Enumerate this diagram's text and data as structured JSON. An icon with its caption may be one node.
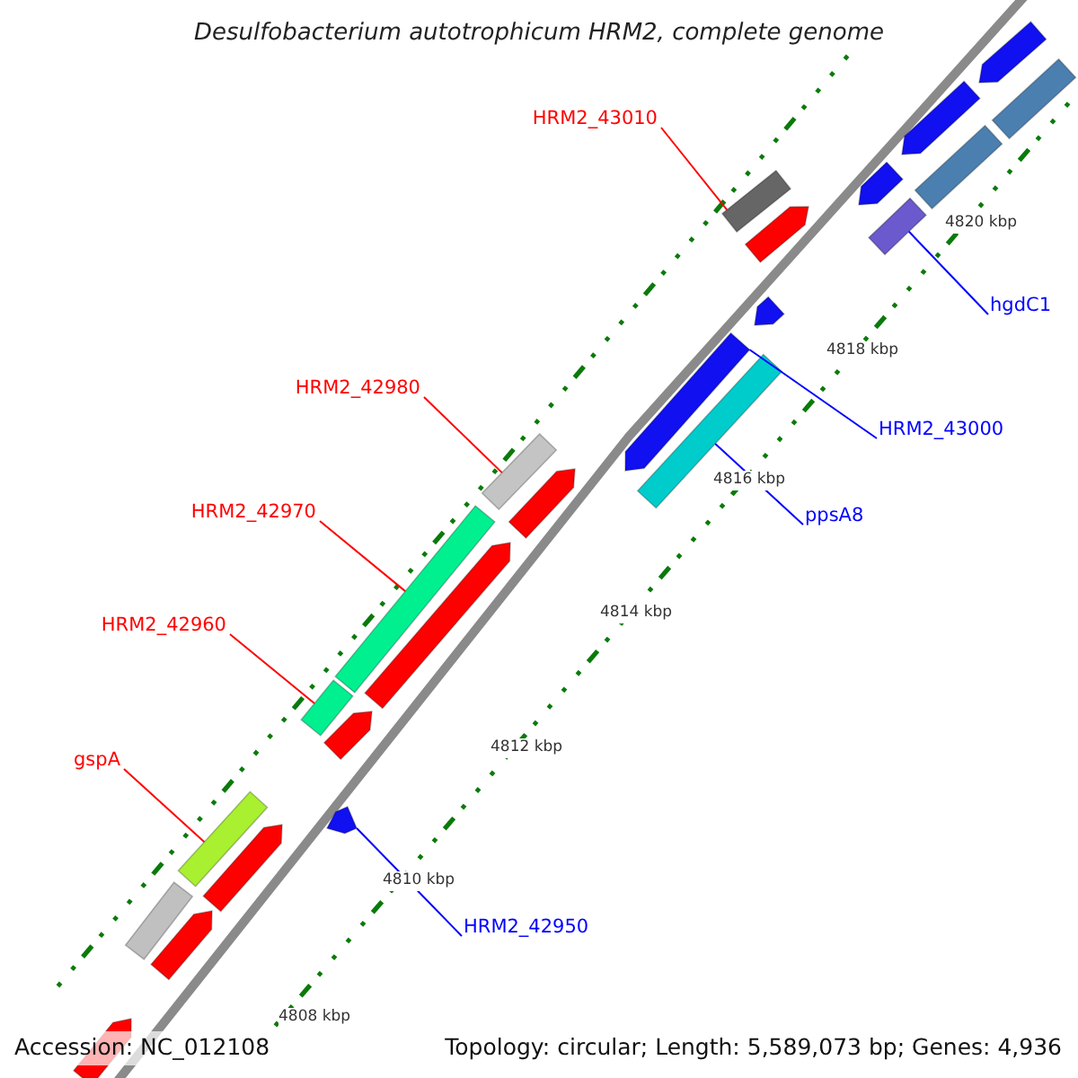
{
  "diagram": {
    "title": "Desulfobacterium autotrophicum HRM2, complete genome",
    "nodes": [
      {
        "text": [
          "HRM2_43010"
        ]
      },
      {
        "text": [
          "hgdC1"
        ]
      },
      {
        "text": [
          "HRM2_43000"
        ]
      },
      {
        "text": [
          "ppsA8"
        ]
      },
      {
        "text": [
          "HRM2_42980"
        ]
      },
      {
        "text": [
          "HRM2_42970"
        ]
      },
      {
        "text": [
          "HRM2_42960"
        ]
      },
      {
        "text": [
          "gspA"
        ]
      },
      {
        "text": [
          "HRM2_42950"
        ]
      },
      {
        "text": [],
        "shape": "arrow"
      },
      {
        "text": [],
        "shape": "bar"
      },
      {
        "text": [],
        "shape": "arrow"
      },
      {
        "text": [],
        "shape": "bar"
      },
      {
        "text": [],
        "shape": "arrow"
      },
      {
        "text": [],
        "shape": "bar"
      },
      {
        "text": [],
        "shape": "bar"
      },
      {
        "text": [],
        "shape": "arrow"
      },
      {
        "text": [],
        "shape": "arrow"
      },
      {
        "text": [],
        "shape": "arrow"
      },
      {
        "text": [],
        "shape": "bar"
      },
      {
        "text": [],
        "shape": "bar"
      },
      {
        "text": [],
        "shape": "arrow"
      },
      {
        "text": [],
        "shape": "bar"
      },
      {
        "text": [],
        "shape": "arrow"
      },
      {
        "text": [],
        "shape": "bar"
      },
      {
        "text": [],
        "shape": "arrow"
      },
      {
        "text": [],
        "shape": "arrow"
      },
      {
        "text": [],
        "shape": "bar"
      },
      {
        "text": [],
        "shape": "arrow"
      },
      {
        "text": [],
        "shape": "bar"
      },
      {
        "text": [],
        "shape": "arrow"
      },
      {
        "text": [],
        "shape": "arrow"
      }
    ],
    "edges": [
      {
        "from": 0,
        "to": 14,
        "arrow": "none"
      },
      {
        "from": 1,
        "to": 15,
        "arrow": "none",
        "color": "#0000ff"
      },
      {
        "from": 2,
        "to": 18,
        "arrow": "none",
        "color": "#0000ff"
      },
      {
        "from": 3,
        "to": 19,
        "arrow": "none",
        "color": "#0000ff"
      },
      {
        "from": 4,
        "to": 20,
        "arrow": "none"
      },
      {
        "from": 5,
        "to": 22,
        "arrow": "none"
      },
      {
        "from": 6,
        "to": 24,
        "arrow": "none"
      },
      {
        "from": 7,
        "to": 27,
        "arrow": "none"
      },
      {
        "from": 8,
        "to": 26,
        "arrow": "none",
        "color": "#0000ff"
      }
    ],
    "labels": [
      "4820 kbp",
      "4818 kbp",
      "4816 kbp",
      "4814 kbp",
      "4812 kbp",
      "4810 kbp",
      "4808 kbp",
      "Accession: NC_012108",
      "Topology: circular; Length: 5,589,073 bp; Genes: 4,936"
    ]
  }
}
